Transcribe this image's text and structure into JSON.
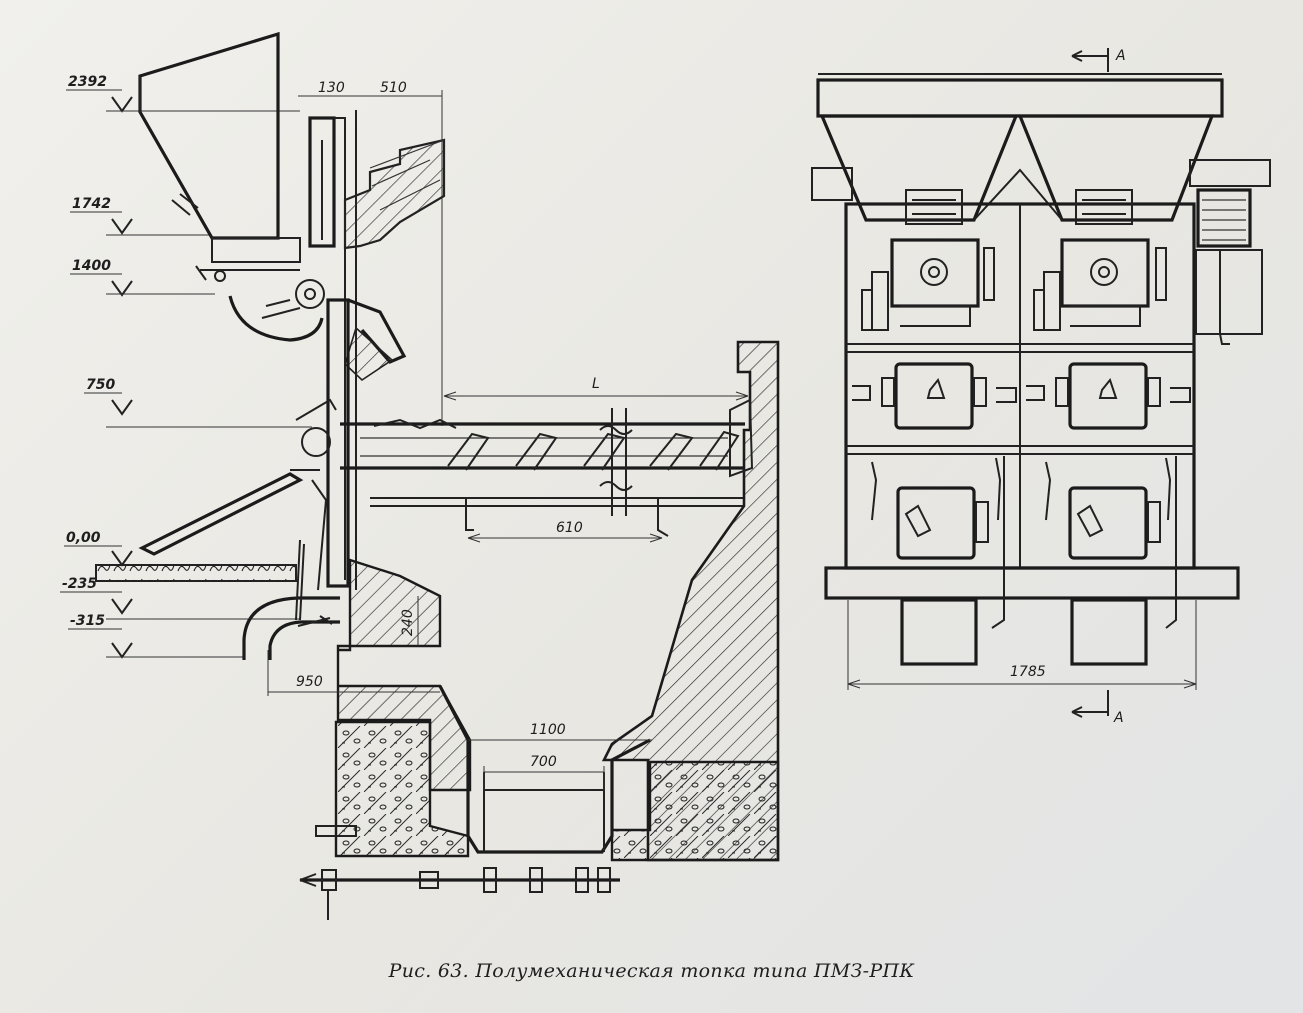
{
  "caption": "Рис. 63. Полумеханическая топка типа ПМЗ-РПК",
  "side_view": {
    "levels": [
      "2392",
      "1742",
      "1400",
      "750",
      "0,00",
      "-235",
      "-315"
    ],
    "dimensions": {
      "d130": "130",
      "d510": "510",
      "length": "L",
      "d610": "610",
      "d240": "240",
      "d950": "950",
      "d1100": "1100",
      "d700": "700"
    }
  },
  "front_view": {
    "width": "1785",
    "section_label": "A"
  }
}
